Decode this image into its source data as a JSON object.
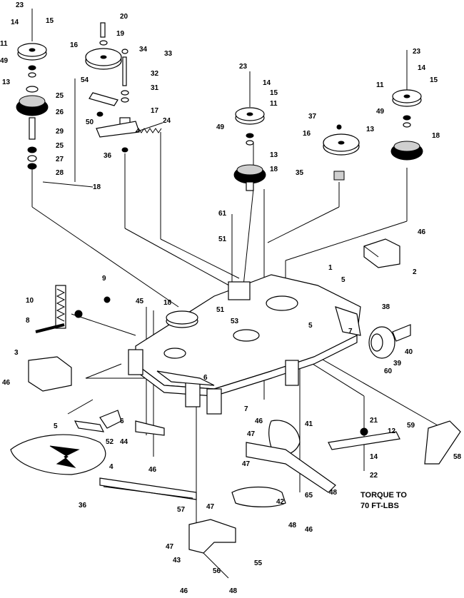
{
  "callouts": [
    "23",
    "14",
    "15",
    "11",
    "49",
    "13",
    "25",
    "26",
    "29",
    "25",
    "27",
    "28",
    "18",
    "20",
    "19",
    "16",
    "34",
    "33",
    "54",
    "32",
    "31",
    "50",
    "17",
    "24",
    "36",
    "23",
    "14",
    "15",
    "11",
    "49",
    "13",
    "18",
    "37",
    "16",
    "35",
    "23",
    "14",
    "15",
    "11",
    "49",
    "13",
    "18",
    "61",
    "51",
    "46",
    "2",
    "1",
    "5",
    "9",
    "10",
    "8",
    "45",
    "18",
    "51",
    "53",
    "5",
    "38",
    "7",
    "40",
    "39",
    "60",
    "3",
    "46",
    "5",
    "6",
    "52",
    "44",
    "46",
    "4",
    "36",
    "57",
    "6",
    "7",
    "46",
    "47",
    "47",
    "41",
    "12",
    "21",
    "14",
    "22",
    "59",
    "58",
    "48",
    "42",
    "65",
    "48",
    "46",
    "47",
    "47",
    "43",
    "55",
    "56",
    "46",
    "48"
  ],
  "torque_note": {
    "line1": "TORQUE TO",
    "line2": "70 FT-LBS"
  }
}
